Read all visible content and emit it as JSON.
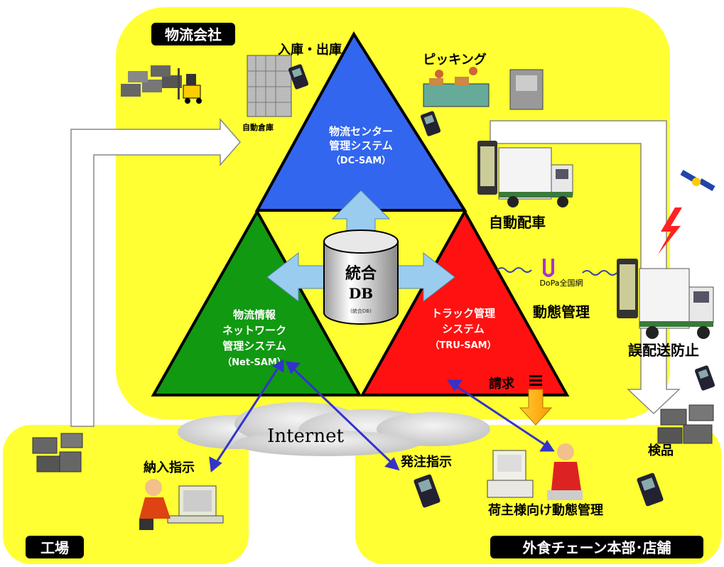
{
  "zones": {
    "logistics": "物流会社",
    "factory": "工場",
    "restaurant": "外食チェーン本部･店舗"
  },
  "systems": {
    "dc_sam": [
      "物流センター",
      "管理システム",
      "（DC-SAM）"
    ],
    "net_sam": [
      "物流情報",
      "ネットワーク",
      "管理システム",
      "（Net-SAM）"
    ],
    "tru_sam": [
      "トラック管理",
      "システム",
      "（TRU-SAM）"
    ]
  },
  "db": {
    "line1": "統合",
    "line2": "DB",
    "sub": "(統合DB)"
  },
  "labels": {
    "nyuko": "入庫・出庫",
    "auto_warehouse": "自動倉庫",
    "picking": "ピッキング",
    "auto_dispatch": "自動配車",
    "docomo": "DoPa全国網",
    "status_mgmt": "動態管理",
    "misdelivery": "誤配送防止",
    "billing": "請求",
    "internet": "Internet",
    "delivery_instruction": "納入指示",
    "order_instruction": "発注指示",
    "shipper_status": "荷主様向け動態管理",
    "inspection": "検品"
  },
  "colors": {
    "zone_yellow": "#ffff33",
    "blue_triangle": "#3366ee",
    "green_triangle": "#119911",
    "red_triangle": "#ff1111",
    "arrow_light_blue": "#99ccee",
    "arrow_dark_blue": "#3333cc",
    "label_black": "#000000"
  }
}
